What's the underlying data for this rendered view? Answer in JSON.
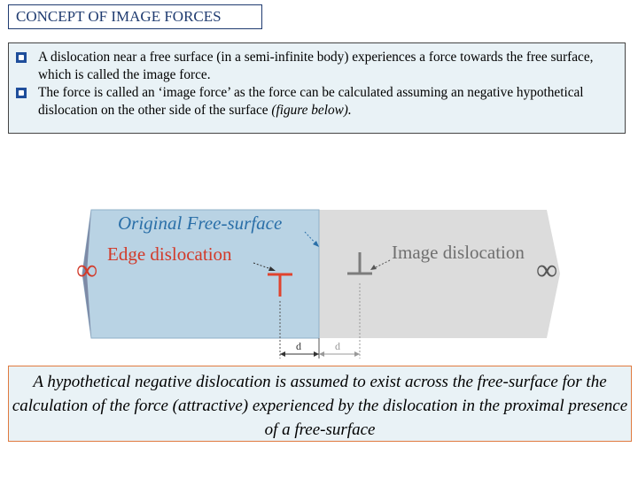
{
  "title": "CONCEPT OF IMAGE FORCES",
  "bullets": [
    {
      "text": "A dislocation near a free surface (in a semi-infinite body) experiences a force towards the free surface, which is called the image force.",
      "italic_suffix": ""
    },
    {
      "text": " The force is called an ‘image force’ as the force can be calculated assuming an negative hypothetical dislocation on the other side of the surface ",
      "italic_suffix": "(figure below)."
    }
  ],
  "figure": {
    "original_free_surface_label": "Original Free-surface",
    "edge_dislocation_label": "Edge dislocation",
    "image_dislocation_label": "Image dislocation",
    "infinity_left": "∞",
    "infinity_right": "∞",
    "d_left": "d",
    "d_right": "d",
    "colors": {
      "real_body": "#b9d3e4",
      "image_body": "#dcdcdc",
      "surface_label": "#2a6fa8",
      "edge_label": "#d23a2a",
      "real_symbol": "#e0432e",
      "image_symbol": "#7c7c7c"
    }
  },
  "caption": "A hypothetical negative dislocation is assumed to exist across the free-surface for the calculation of the force (attractive) experienced by the dislocation in the proximal presence of a free-surface"
}
